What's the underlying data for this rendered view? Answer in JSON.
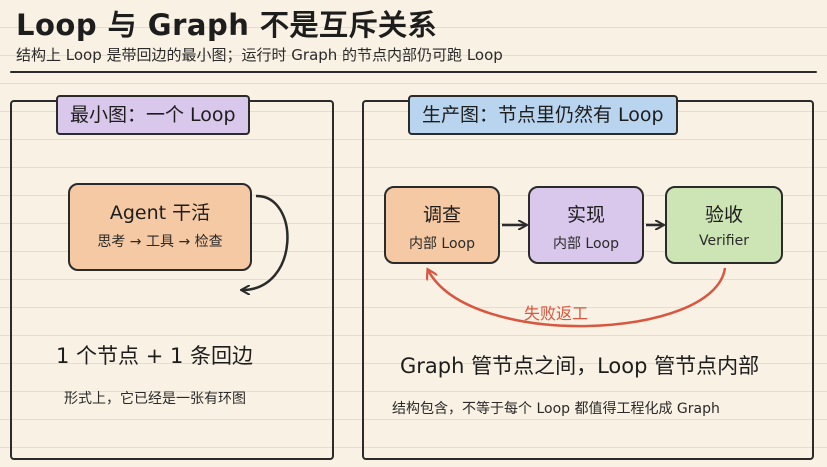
{
  "header": {
    "title": "Loop 与 Graph 不是互斥关系",
    "subtitle": "结构上 Loop 是带回边的最小图；运行时 Graph 的节点内部仍可跑 Loop"
  },
  "left_panel": {
    "tag": "最小图：一个 Loop",
    "node_title": "Agent 干活",
    "node_subtitle": "思考 → 工具 → 检查",
    "summary": "1 个节点 + 1 条回边",
    "caption": "形式上，它已经是一张有环图"
  },
  "right_panel": {
    "tag": "生产图：节点里仍然有 Loop",
    "nodes": [
      {
        "title": "调查",
        "subtitle": "内部 Loop"
      },
      {
        "title": "实现",
        "subtitle": "内部 Loop"
      },
      {
        "title": "验收",
        "subtitle": "Verifier"
      }
    ],
    "fail_label": "失败返工",
    "summary": "Graph 管节点之间，Loop 管节点内部",
    "caption": "结构包含，不等于每个 Loop 都值得工程化成 Graph"
  },
  "colors": {
    "orange_node": "#f5c9a3",
    "purple_node": "#d9c7ec",
    "green_node": "#cde5b5",
    "blue_tag": "#b9d4ee",
    "fail_arrow": "#d9563f"
  }
}
